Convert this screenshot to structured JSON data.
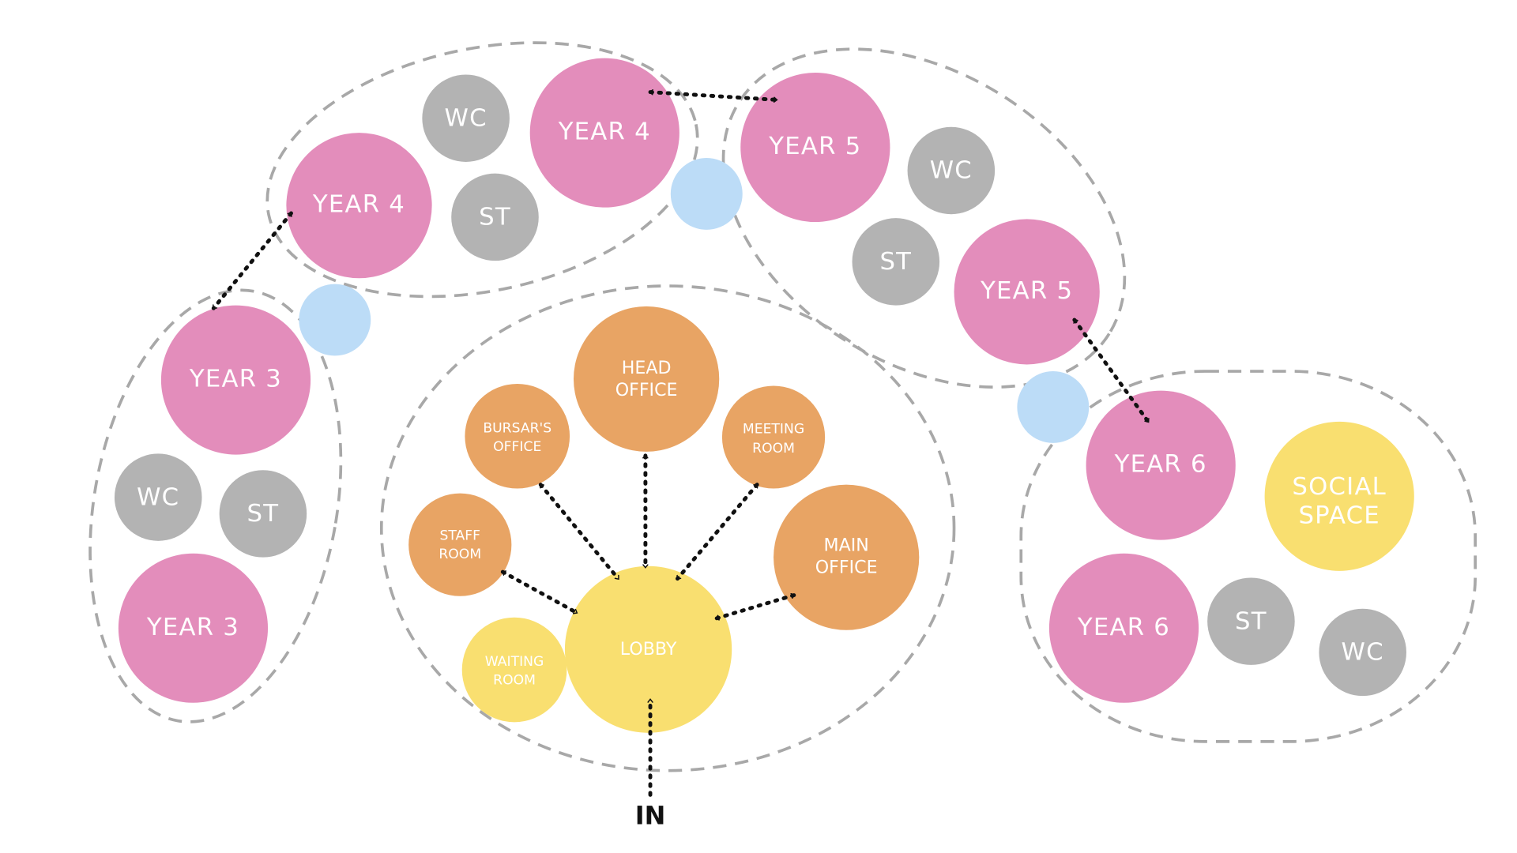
{
  "title": "School layout bubble diagram",
  "colors": {
    "classroom": "#e38dbb",
    "service": "#b3b3b3",
    "office": "#e8a464",
    "social": "#f9df70",
    "link": "#bcdcf7"
  },
  "labels": {
    "year3": "YEAR 3",
    "year4": "YEAR 4",
    "year5": "YEAR 5",
    "year6": "YEAR 6",
    "wc": "WC",
    "st": "ST",
    "head_office": [
      "HEAD",
      "OFFICE"
    ],
    "bursars_office": [
      "BURSAR'S",
      "OFFICE"
    ],
    "meeting_room": [
      "MEETING",
      "ROOM"
    ],
    "staff_room": [
      "STAFF",
      "ROOM"
    ],
    "main_office": [
      "MAIN",
      "OFFICE"
    ],
    "waiting_room": [
      "WAITING",
      "ROOM"
    ],
    "lobby": "LOBBY",
    "social_space": [
      "SOCIAL",
      "SPACE"
    ],
    "entrance": "IN"
  }
}
